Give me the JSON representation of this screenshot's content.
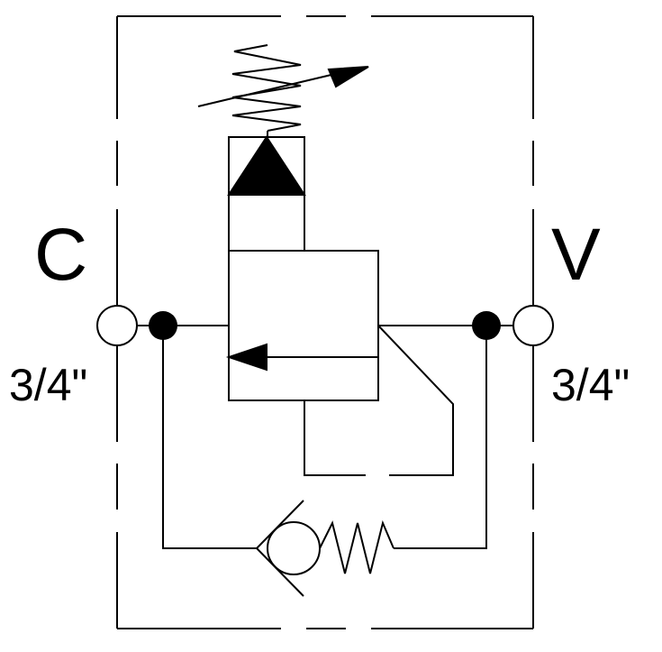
{
  "ports": {
    "left": {
      "letter": "C",
      "size": "3/4\""
    },
    "right": {
      "letter": "V",
      "size": "3/4\""
    }
  },
  "colors": {
    "line": "#000000",
    "background": "#ffffff"
  },
  "symbols": [
    "adjustable-spring-icon",
    "pilot-triangle-icon",
    "valve-spool-box",
    "flow-arrow-icon",
    "check-valve-icon",
    "check-valve-spring-icon",
    "port-circle-icon",
    "junction-dot-icon"
  ]
}
